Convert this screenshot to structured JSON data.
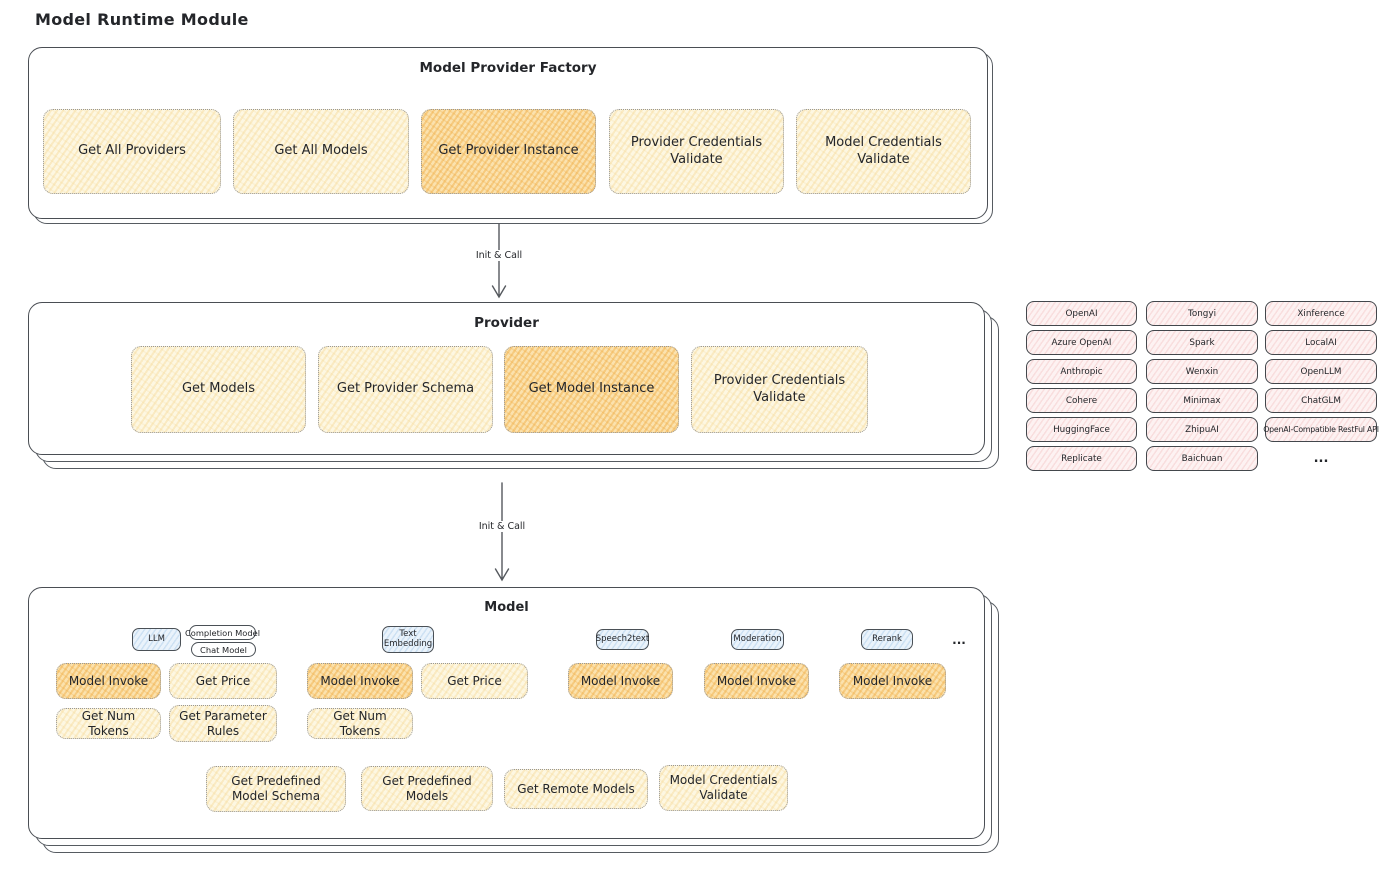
{
  "page": {
    "title": "Model Runtime Module"
  },
  "palette": {
    "highlight_orange": "#fbe2ae",
    "cream": "#fdf7e2",
    "provider_pink": "#fdf2f2",
    "type_blue": "#eaf3fb",
    "border_dark": "#4a4e54"
  },
  "factory": {
    "title": "Model Provider Factory",
    "boxes": [
      {
        "label": "Get All Providers"
      },
      {
        "label": "Get All Models"
      },
      {
        "label": "Get Provider Instance"
      },
      {
        "label": "Provider Credentials Validate"
      },
      {
        "label": "Model Credentials Validate"
      }
    ]
  },
  "arrows": {
    "first": "Init & Call",
    "second": "Init & Call"
  },
  "provider": {
    "title": "Provider",
    "boxes": [
      {
        "label": "Get Models"
      },
      {
        "label": "Get Provider Schema"
      },
      {
        "label": "Get Model Instance"
      },
      {
        "label": "Provider Credentials Validate"
      }
    ]
  },
  "providers_grid": {
    "items": [
      "OpenAI",
      "Tongyi",
      "Xinference",
      "Azure OpenAI",
      "Spark",
      "LocalAI",
      "Anthropic",
      "Wenxin",
      "OpenLLM",
      "Cohere",
      "Minimax",
      "ChatGLM",
      "HuggingFace",
      "ZhipuAI",
      "OpenAI-Compatible RestFul API",
      "Replicate",
      "Baichuan"
    ],
    "ellipsis": "..."
  },
  "model": {
    "title": "Model",
    "tags": {
      "llm": "LLM",
      "completion_model": "Completion Model",
      "chat_model": "Chat Model",
      "text_embedding": "Text Embedding",
      "speech2text": "Speech2text",
      "moderation": "Moderation",
      "rerank": "Rerank",
      "ellipsis": "..."
    },
    "ops": {
      "llm_model_invoke": "Model Invoke",
      "llm_get_price": "Get Price",
      "llm_get_num_tokens": "Get Num Tokens",
      "llm_get_parameter_rules": "Get Parameter Rules",
      "te_model_invoke": "Model Invoke",
      "te_get_price": "Get Price",
      "te_get_num_tokens": "Get Num Tokens",
      "s2t_model_invoke": "Model Invoke",
      "moderation_model_invoke": "Model Invoke",
      "rerank_model_invoke": "Model Invoke"
    },
    "bottom": [
      {
        "label": "Get Predefined Model Schema"
      },
      {
        "label": "Get Predefined Models"
      },
      {
        "label": "Get Remote Models"
      },
      {
        "label": "Model Credentials Validate"
      }
    ]
  }
}
